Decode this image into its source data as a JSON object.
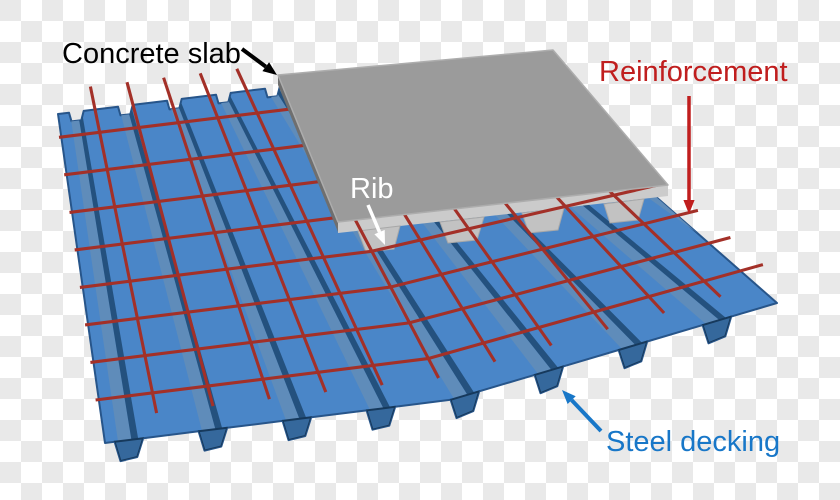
{
  "diagram": {
    "labels": {
      "concrete_slab": {
        "text": "Concrete slab",
        "color": "#000000"
      },
      "reinforcement": {
        "text": "Reinforcement",
        "color": "#c01e1e"
      },
      "rib": {
        "text": "Rib",
        "color": "#ffffff"
      },
      "steel_decking": {
        "text": "Steel decking",
        "color": "#1877c8"
      }
    },
    "palette": {
      "checker_light": "#ffffff",
      "checker_dark": "#e9e9e9",
      "deck_blue": "#4a86c8",
      "deck_web": "#5f8cba",
      "deck_web_dark": "#24517e",
      "deck_trough": "#35689c",
      "deck_edge": "#27558a",
      "deck_rim_dark": "#16395c",
      "mesh_red": "#a33028",
      "slab_top": "#9b9b9b",
      "slab_side": "#6f6f6f",
      "slab_face": "#cbcbcb",
      "slab_edge_hl": "#adadad",
      "rib_gray": "#c2c2c2"
    }
  }
}
